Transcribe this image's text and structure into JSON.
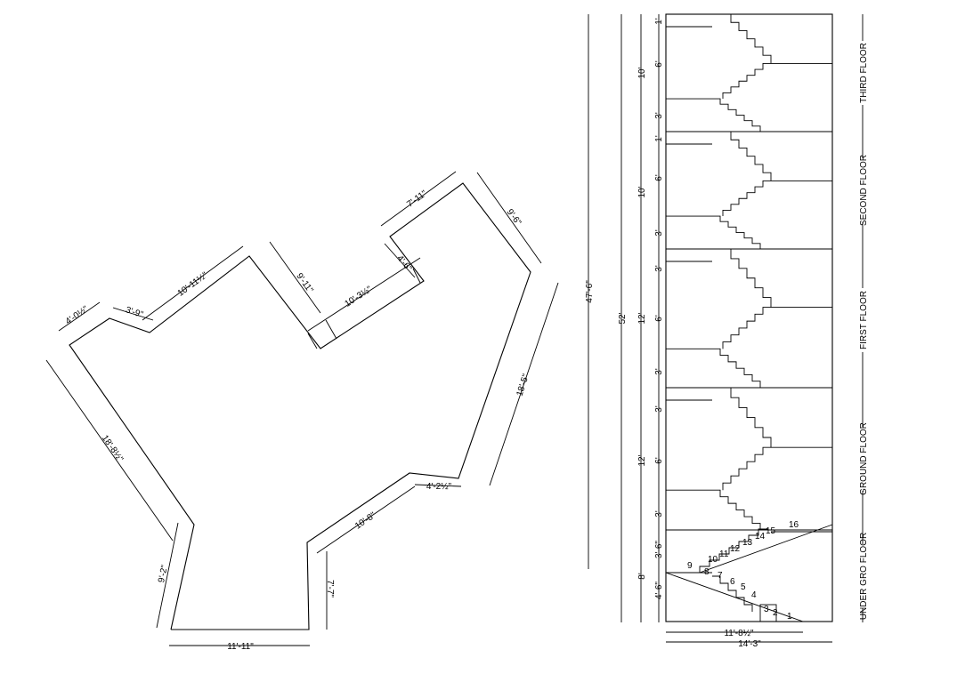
{
  "plot_plan": {
    "dimensions": {
      "bottom_width": "11'-11\"",
      "lower_left": "9'-2\"",
      "left_long": "18'-8½\"",
      "top_left_small": "4'-0½\"",
      "top_left_step": "3'-9\"",
      "top_left_diag": "10'-11½\"",
      "notch_left": "9'-11\"",
      "notch_bottom": "10'-3½\"",
      "notch_right": "4'-6\"",
      "top_right": "7'-11\"",
      "right_short": "9'-6\"",
      "right_long": "18'-5\"",
      "bottom_right_small": "4'-2½\"",
      "bottom_right_diag": "10'-8\"",
      "inner_vertical": "7'-7\""
    }
  },
  "section": {
    "overall_height": "47'-6\"",
    "total_height": "52'",
    "floor_heights": [
      "12'",
      "12'",
      "10'",
      "10'",
      "8'"
    ],
    "segment_labels": [
      "1'",
      "6'",
      "3'",
      "1'",
      "6'",
      "3'",
      "3'",
      "6'",
      "3'",
      "3'",
      "6'",
      "3'",
      "3'-6\"",
      "4'-6\""
    ],
    "floors": [
      "THIRD FLOOR",
      "SECOND FLOOR",
      "FIRST FLOOR",
      "GROUND FLOOR",
      "UNDER GRO FLOOR"
    ],
    "step_numbers": [
      "1",
      "2",
      "3",
      "4",
      "5",
      "6",
      "7",
      "8",
      "9",
      "10",
      "11",
      "12",
      "13",
      "14",
      "15",
      "16"
    ],
    "width_stair": "11'-8½\"",
    "width_total": "14'-3\""
  }
}
